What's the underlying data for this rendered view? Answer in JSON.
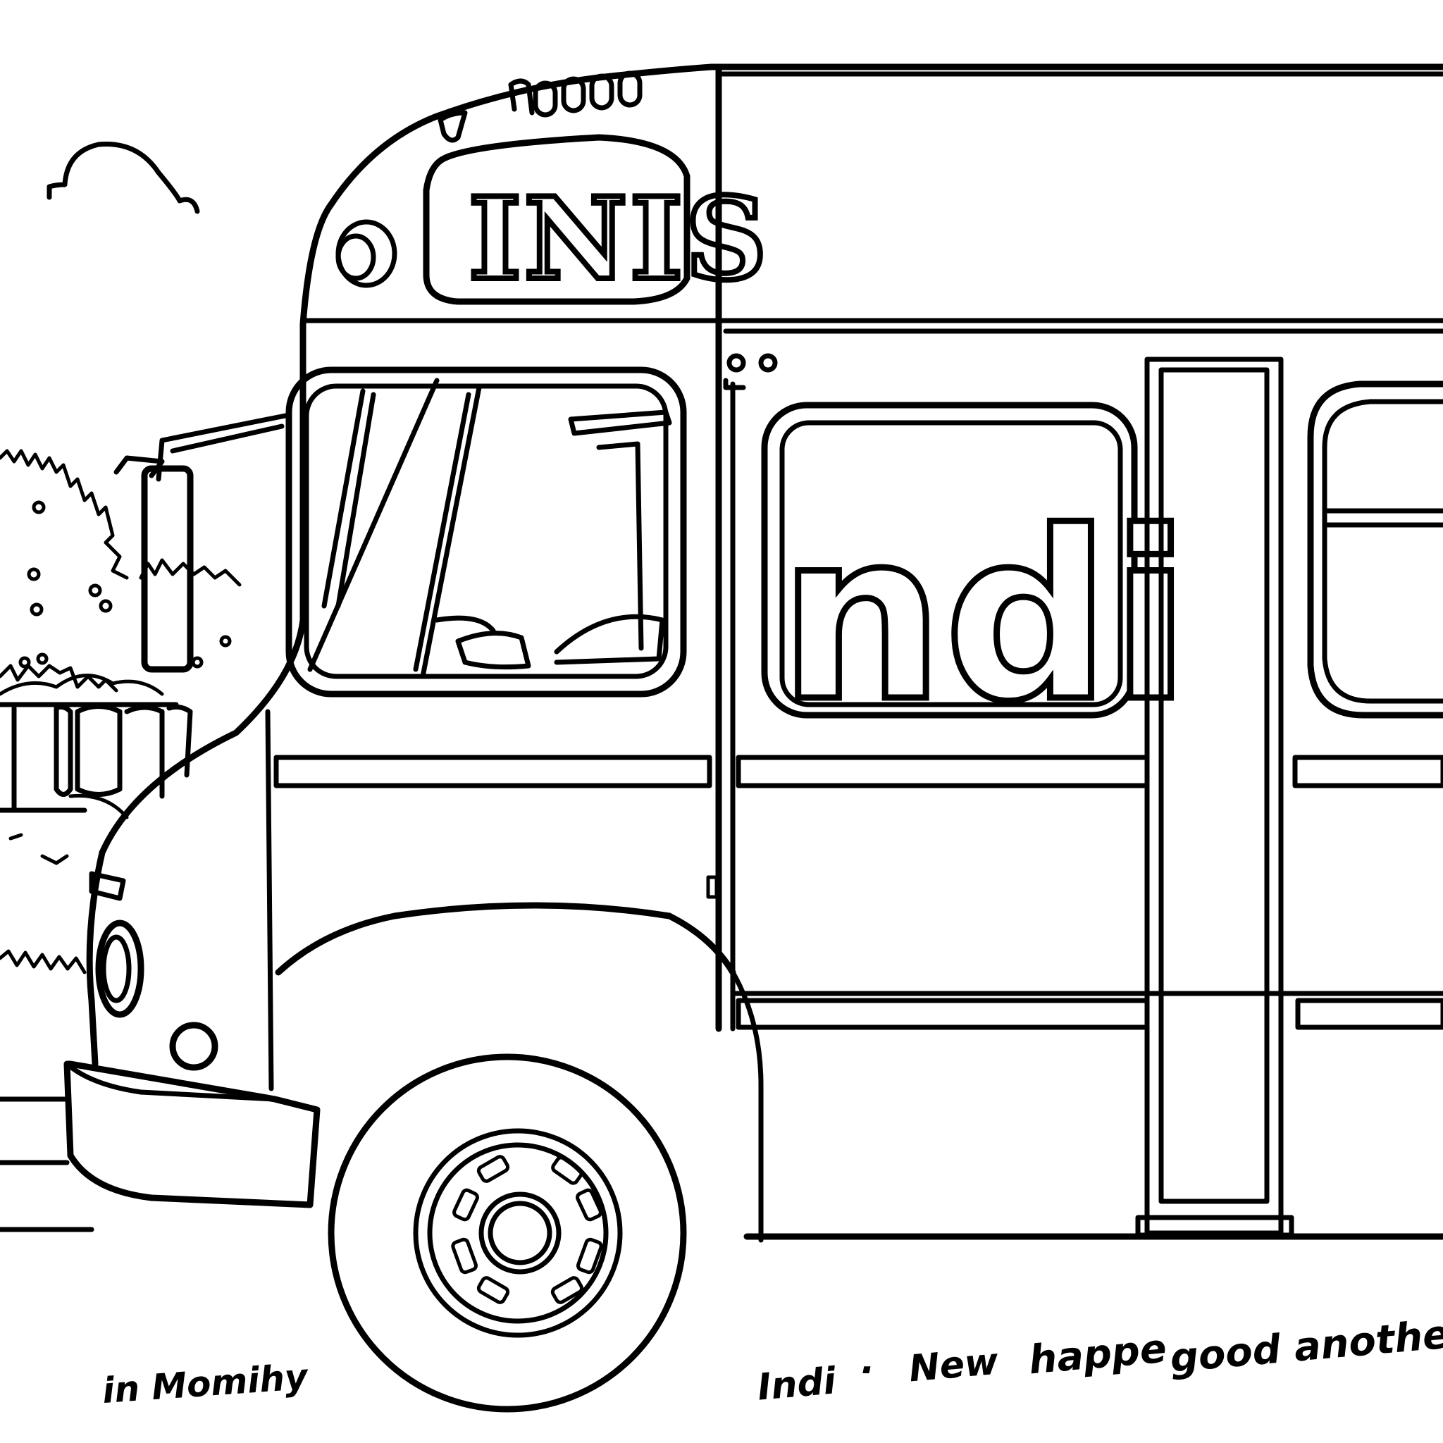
{
  "artwork": {
    "type": "coloring-page",
    "subject": "school bus",
    "background_color": "#ffffff",
    "line_color": "#000000"
  },
  "bus": {
    "roof_sign_text": "INIS",
    "side_window_text": "ndi",
    "roof_lights_count": 4,
    "marker_lights_count": 2
  },
  "wheel": {
    "lug_slots_count": 8
  },
  "scenery": {
    "cloud": "cloud-icon",
    "bush": "bush-icon",
    "fence": "fence-icon"
  },
  "captions": {
    "left": "in Momihy",
    "right_parts": [
      "Indi",
      "·",
      "New",
      "happe",
      "good anothers!"
    ]
  }
}
